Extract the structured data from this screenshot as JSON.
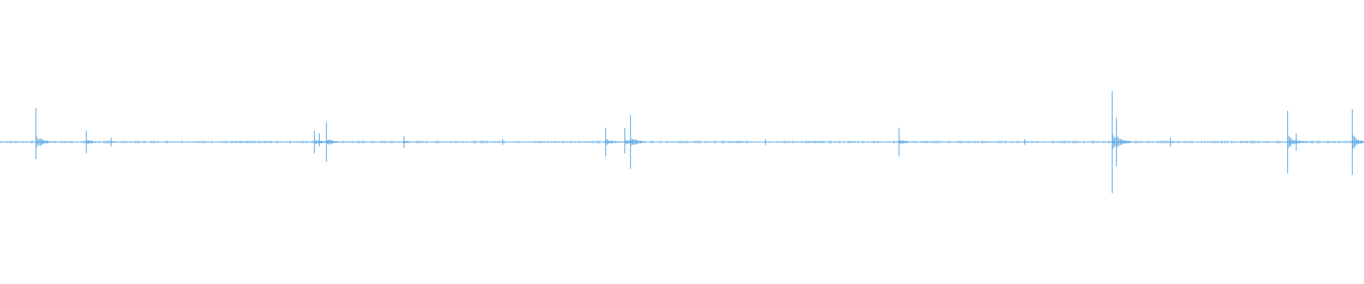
{
  "waveform": {
    "color": "#5aa9e6",
    "background": "#ffffff",
    "baseline_level": 0.0,
    "noise_level": 0.012,
    "spikes": [
      {
        "t": 0.026,
        "amp": 0.24,
        "neg": 0.12
      },
      {
        "t": 0.063,
        "amp": 0.08,
        "neg": 0.08
      },
      {
        "t": 0.081,
        "amp": 0.03,
        "neg": 0.03
      },
      {
        "t": 0.23,
        "amp": 0.08,
        "neg": 0.08
      },
      {
        "t": 0.234,
        "amp": 0.06,
        "neg": 0.03
      },
      {
        "t": 0.239,
        "amp": 0.14,
        "neg": 0.14
      },
      {
        "t": 0.296,
        "amp": 0.04,
        "neg": 0.04
      },
      {
        "t": 0.368,
        "amp": 0.02,
        "neg": 0.02
      },
      {
        "t": 0.444,
        "amp": 0.1,
        "neg": 0.1
      },
      {
        "t": 0.458,
        "amp": 0.1,
        "neg": 0.08
      },
      {
        "t": 0.462,
        "amp": 0.19,
        "neg": 0.19
      },
      {
        "t": 0.561,
        "amp": 0.02,
        "neg": 0.02
      },
      {
        "t": 0.659,
        "amp": 0.1,
        "neg": 0.1
      },
      {
        "t": 0.751,
        "amp": 0.02,
        "neg": 0.02
      },
      {
        "t": 0.815,
        "amp": 0.36,
        "neg": 0.36
      },
      {
        "t": 0.818,
        "amp": 0.17,
        "neg": 0.17
      },
      {
        "t": 0.858,
        "amp": 0.03,
        "neg": 0.03
      },
      {
        "t": 0.944,
        "amp": 0.22,
        "neg": 0.22
      },
      {
        "t": 0.95,
        "amp": 0.06,
        "neg": 0.06
      },
      {
        "t": 0.991,
        "amp": 0.23,
        "neg": 0.23
      }
    ]
  }
}
